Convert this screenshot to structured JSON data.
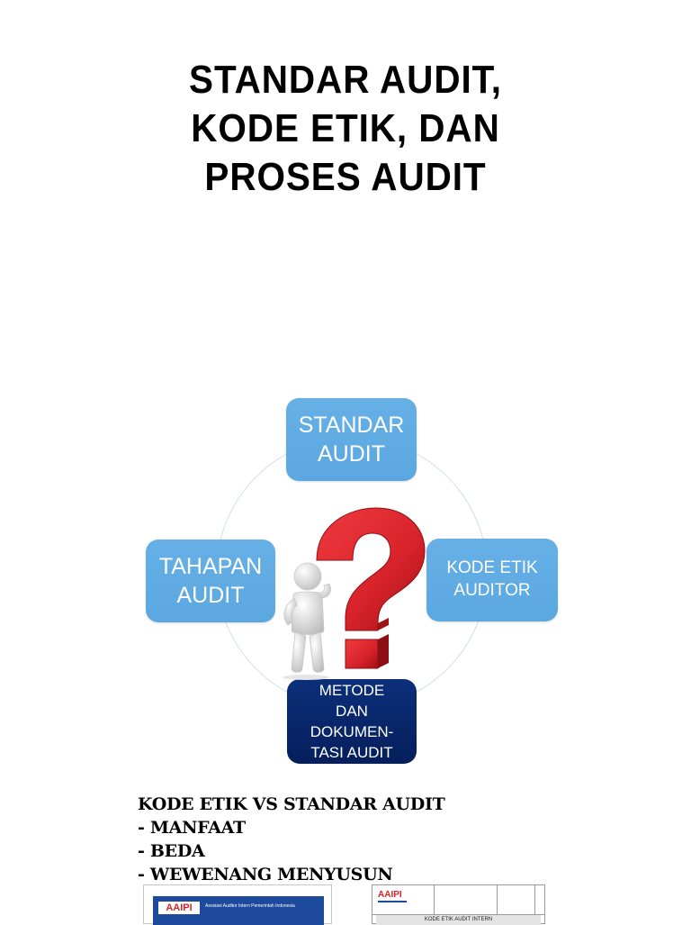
{
  "title": {
    "line1": "STANDAR AUDIT,",
    "line2": "KODE ETIK, DAN",
    "line3": "PROSES AUDIT"
  },
  "diagram": {
    "top_node": {
      "line1": "STANDAR",
      "line2": "AUDIT"
    },
    "left_node": {
      "line1": "TAHAPAN",
      "line2": "AUDIT"
    },
    "right_node": {
      "line1": "KODE ETIK",
      "line2": "AUDITOR"
    },
    "bottom_node": {
      "line1": "METODE",
      "line2": "DAN",
      "line3": "DOKUMEN-",
      "line4": "TASI AUDIT"
    },
    "colors": {
      "light_node": "#5ba7e0",
      "dark_node": "#061f5c",
      "question_mark": "#d8222a"
    }
  },
  "bullets": {
    "heading": "KODE ETIK VS STANDAR AUDIT",
    "items": [
      "- MANFAAT",
      "- BEDA",
      "- WEWENANG MENYUSUN"
    ]
  },
  "thumbnails": {
    "left_logo": "AAIPI",
    "left_banner": "Asosiasi Auditor Intern Pemerintah Indonesia",
    "right_logo": "AAIPI",
    "right_caption": "KODE ETIK AUDIT INTERN"
  }
}
